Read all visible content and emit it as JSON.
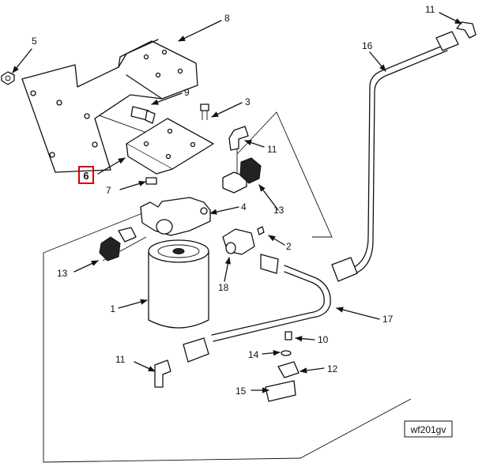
{
  "diagram": {
    "callouts": [
      "1",
      "2",
      "3",
      "4",
      "5",
      "6",
      "7",
      "8",
      "9",
      "10",
      "11",
      "11",
      "11",
      "12",
      "13",
      "13",
      "14",
      "15",
      "16",
      "17",
      "18"
    ],
    "highlighted_callout": "6",
    "highlight_color": "#d40000",
    "drawing_code": "wf201gv"
  }
}
